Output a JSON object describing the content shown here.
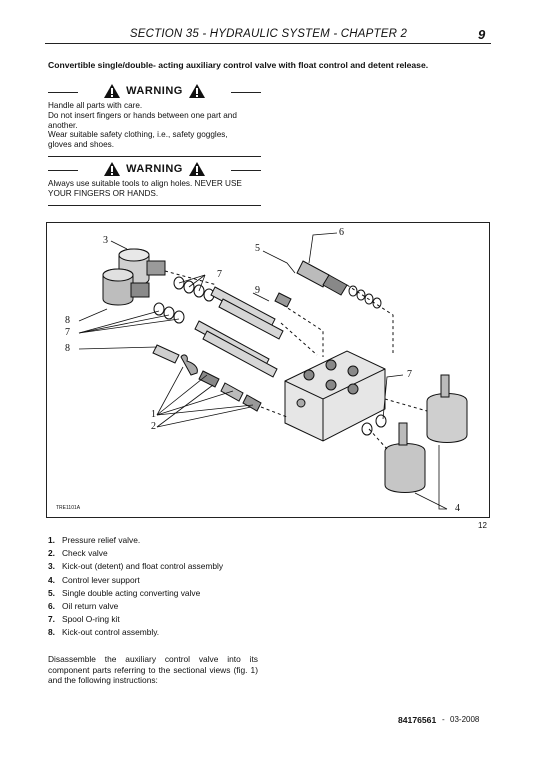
{
  "header": {
    "title": "SECTION 35 - HYDRAULIC SYSTEM - CHAPTER 2",
    "page_number": "9"
  },
  "intro": "Convertible single/double- acting auxiliary control valve with float control and detent release.",
  "warnings": [
    {
      "title": "WARNING",
      "lines": [
        "Handle all parts with care.",
        "Do not insert fingers or hands between one part and",
        "another.",
        "Wear suitable safety clothing, i.e., safety goggles,",
        "gloves and shoes."
      ]
    },
    {
      "title": "WARNING",
      "lines": [
        "Always use suitable tools to align holes. NEVER USE",
        "YOUR FINGERS OR HANDS."
      ]
    }
  ],
  "figure": {
    "code": "TRE1101A",
    "number": "12",
    "callouts": [
      "3",
      "7",
      "9",
      "5",
      "6",
      "8",
      "7",
      "8",
      "1",
      "2",
      "7",
      "4"
    ]
  },
  "parts": [
    {
      "num": "1.",
      "text": "Pressure relief valve."
    },
    {
      "num": "2.",
      "text": "Check valve"
    },
    {
      "num": "3.",
      "text": "Kick-out (detent) and float control assembly"
    },
    {
      "num": "4.",
      "text": "Control lever support"
    },
    {
      "num": "5.",
      "text": "Single double acting converting valve"
    },
    {
      "num": "6.",
      "text": "Oil return valve"
    },
    {
      "num": "7.",
      "text": "Spool O-ring kit"
    },
    {
      "num": "8.",
      "text": "Kick-out control assembly."
    }
  ],
  "paragraph": "Disassemble the auxiliary control valve into its component parts referring to the sectional views (fig. 1) and the following instructions:",
  "footer": {
    "doc_number": "84176561",
    "separator": "-",
    "date": "03-2008"
  }
}
